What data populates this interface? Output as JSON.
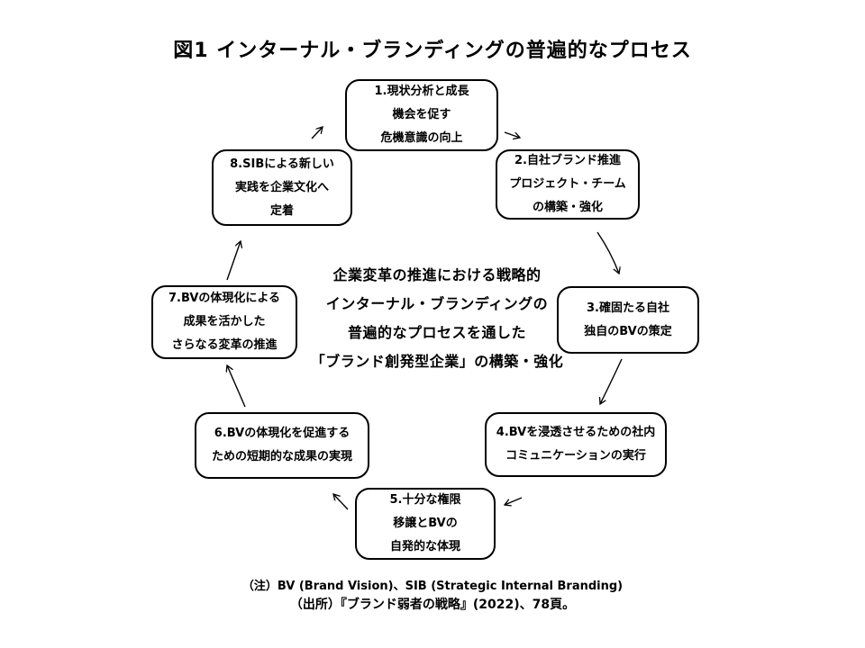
{
  "title": "図1 インターナル・ブランディングの普遍的なプロセス",
  "center_statement": {
    "lines": [
      "企業変革の推進における戦略的",
      "インターナル・ブランディングの",
      "普遍的なプロセスを通した",
      "「ブランド創発型企業」の構築・強化"
    ]
  },
  "process_steps": [
    {
      "id": 1,
      "lines": [
        "1.現状分析と成長",
        "機会を促す",
        "危機意識の向上"
      ]
    },
    {
      "id": 2,
      "lines": [
        "2.自社ブランド推進",
        "プロジェクト・チーム",
        "の構築・強化"
      ]
    },
    {
      "id": 3,
      "lines": [
        "3.確固たる自社",
        "独自のBVの策定"
      ]
    },
    {
      "id": 4,
      "lines": [
        "4.BVを浸透させるための社内",
        "コミュニケーションの実行"
      ]
    },
    {
      "id": 5,
      "lines": [
        "5.十分な権限",
        "移譲とBVの",
        "自発的な体現"
      ]
    },
    {
      "id": 6,
      "lines": [
        "6.BVの体現化を促進する",
        "ための短期的な成果の実現"
      ]
    },
    {
      "id": 7,
      "lines": [
        "7.BVの体現化による",
        "成果を活かした",
        "さらなる変革の推進"
      ]
    },
    {
      "id": 8,
      "lines": [
        "8.SIBによる新しい",
        "実践を企業文化へ",
        "定着"
      ]
    }
  ],
  "notes": {
    "note_line": "（注）BV (Brand Vision)、SIB (Strategic Internal Branding)",
    "source_line": "（出所）『ブランド弱者の戦略』(2022)、78頁。"
  },
  "colors": {
    "background": "#ffffff",
    "text": "#000000",
    "box_border": "#000000",
    "arrow": "#000000"
  }
}
